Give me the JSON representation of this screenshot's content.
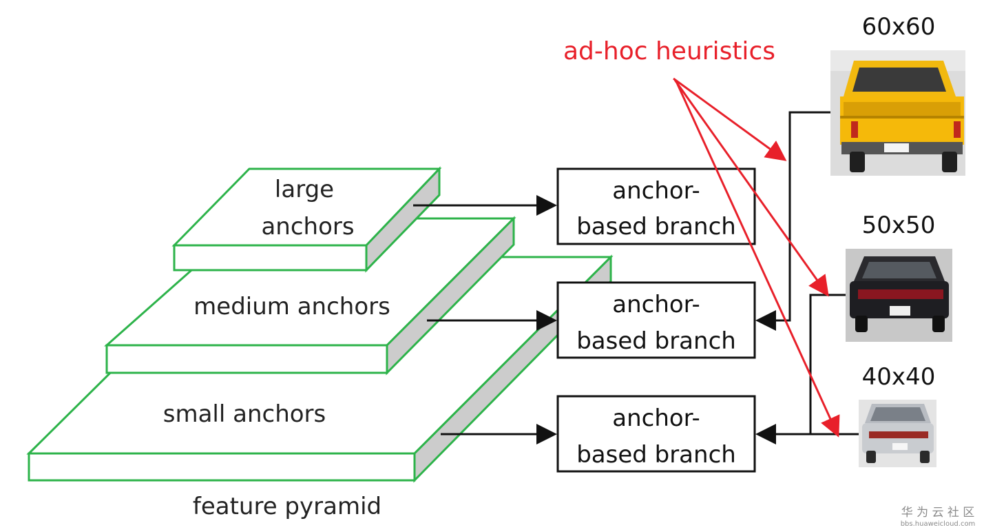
{
  "layers": {
    "large": {
      "line1": "large",
      "line2": "anchors"
    },
    "medium": {
      "label": "medium anchors"
    },
    "small": {
      "label": "small anchors"
    },
    "pyramid_caption": "feature pyramid"
  },
  "branches": [
    {
      "line1": "anchor-",
      "line2": "based branch"
    },
    {
      "line1": "anchor-",
      "line2": "based branch"
    },
    {
      "line1": "anchor-",
      "line2": "based branch"
    }
  ],
  "heuristics_label": "ad-hoc heuristics",
  "images": [
    {
      "size_label": "60x60",
      "subject": "yellow pickup truck rear view",
      "icon": "car-icon"
    },
    {
      "size_label": "50x50",
      "subject": "dark sedan rear view",
      "icon": "car-icon"
    },
    {
      "size_label": "40x40",
      "subject": "silver sedan rear view",
      "icon": "car-icon"
    }
  ],
  "watermark": {
    "line1": "华 为 云 社 区",
    "line2": "bbs.huaweicloud.com"
  },
  "colors": {
    "layer_edge": "#2db34a",
    "layer_side": "#cccccc",
    "heuristic": "#e8202a",
    "arrow": "#111111"
  }
}
